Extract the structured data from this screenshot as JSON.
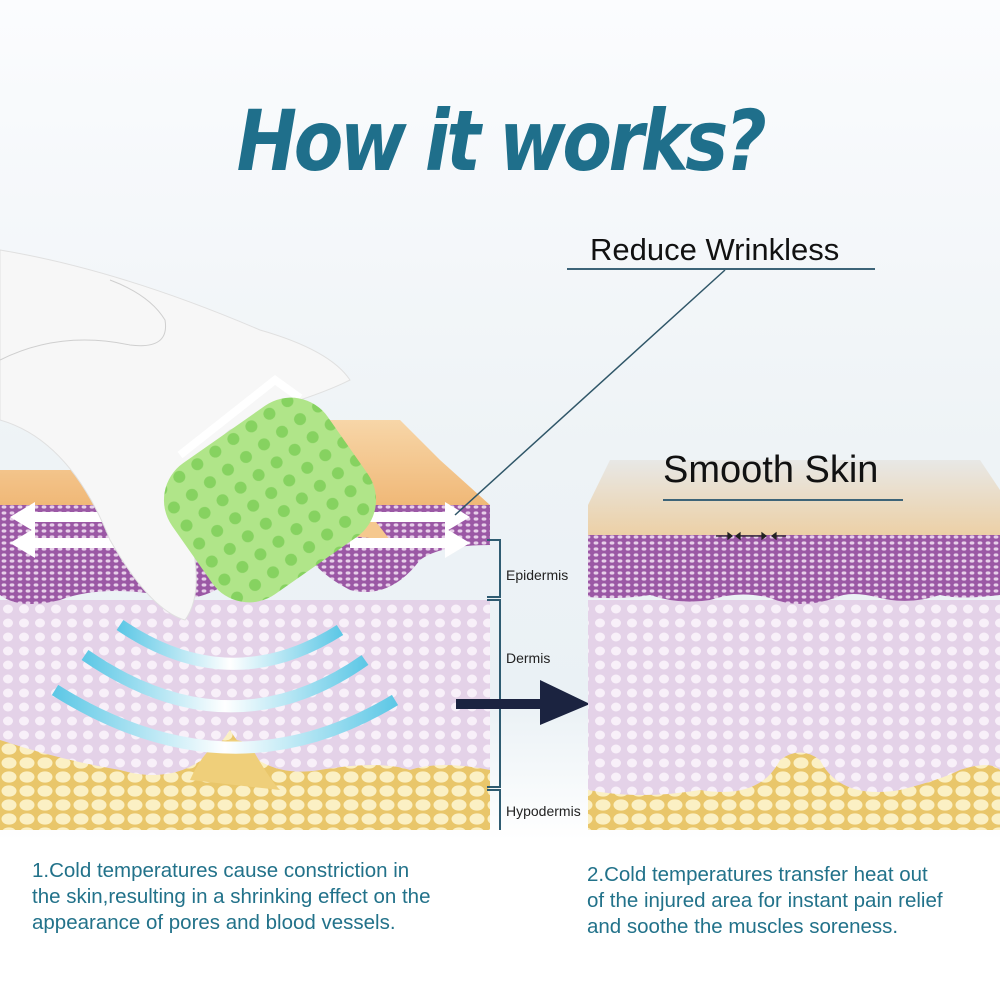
{
  "title": "How it works?",
  "callouts": {
    "reduce_wrinkles": "Reduce Wrinkless",
    "smooth_skin": "Smooth Skin"
  },
  "skin_layers": [
    "Epidermis",
    "Dermis",
    "Hypodermis"
  ],
  "captions": {
    "left": [
      "1.Cold temperatures cause constriction in",
      "the skin,resulting in a shrinking effect on the",
      "appearance of pores and blood vessels."
    ],
    "right": [
      "2.Cold temperatures transfer heat out",
      "of the injured area for instant pain relief",
      "and soothe the muscles soreness."
    ]
  },
  "icons": {
    "roller": "ice-roller-icon",
    "transition_arrow": "arrow-right-icon",
    "cold_waves": "cold-wave-icon",
    "tighten_arrows": "tighten-arrows-icon"
  },
  "colors": {
    "title": "#1f6f8b",
    "caption": "#22728a",
    "stratum": "#f3c98f",
    "epidermis": "#9a5aa6",
    "dermis": "#e6d5ea",
    "hypodermis": "#f7e8b0",
    "roller_green": "#8fd85a",
    "cold_wave": "#66cfe8",
    "arrow": "#1b2340"
  }
}
